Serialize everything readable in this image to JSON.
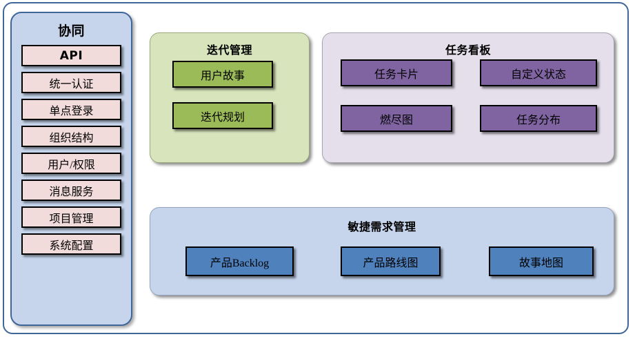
{
  "diagram": {
    "title_hidden": "",
    "frame": {
      "border_color": "#3f6699"
    },
    "sidebar": {
      "title": "协同",
      "bg_color": "#c6d5ec",
      "item_color": "#f2dcdb",
      "items": [
        {
          "label": "API",
          "emphasis": "bold-latin"
        },
        {
          "label": "统一认证",
          "emphasis": "normal"
        },
        {
          "label": "单点登录",
          "emphasis": "normal"
        },
        {
          "label": "组织结构",
          "emphasis": "normal"
        },
        {
          "label": "用户/权限",
          "emphasis": "normal"
        },
        {
          "label": "消息服务",
          "emphasis": "normal"
        },
        {
          "label": "项目管理",
          "emphasis": "normal"
        },
        {
          "label": "系统配置",
          "emphasis": "normal"
        }
      ]
    },
    "panels": [
      {
        "id": "iteration",
        "title": "迭代管理",
        "bg_color": "#d8e4bc",
        "node_color": "#9bbb59",
        "nodes": [
          {
            "label": "用户故事"
          },
          {
            "label": "迭代规划"
          }
        ]
      },
      {
        "id": "taskboard",
        "title": "任务看板",
        "bg_color": "#e5dfec",
        "node_color": "#8064a2",
        "nodes": [
          {
            "label": "任务卡片"
          },
          {
            "label": "自定义状态"
          },
          {
            "label": "燃尽图"
          },
          {
            "label": "任务分布"
          }
        ]
      },
      {
        "id": "agile-requirements",
        "title": "敏捷需求管理",
        "bg_color": "#c6d5ec",
        "node_color": "#4f81bd",
        "nodes": [
          {
            "label": "产品Backlog"
          },
          {
            "label": "产品路线图"
          },
          {
            "label": "故事地图"
          }
        ]
      }
    ]
  }
}
